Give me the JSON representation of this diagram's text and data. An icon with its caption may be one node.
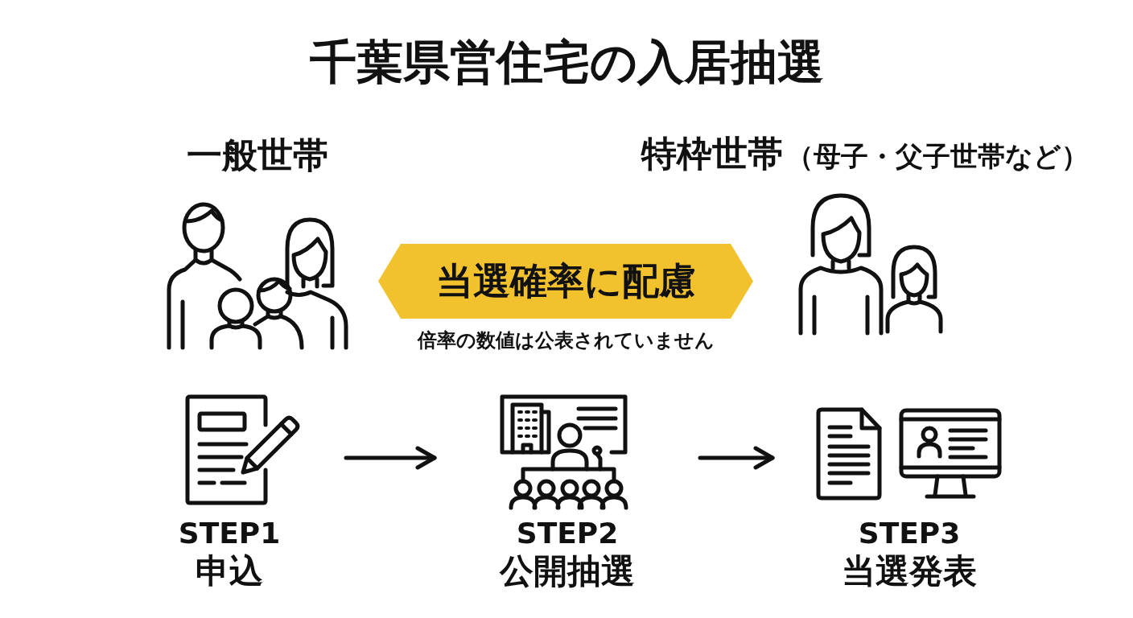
{
  "diagram": {
    "title": "千葉県営住宅の入居抽選",
    "nodes": [
      {
        "text": [
          "一般世帯"
        ]
      },
      {
        "text": [
          "当選確率に配慮"
        ],
        "beside": [
          "倍率の数値は公表されていません"
        ]
      },
      {
        "text": [
          "特枠世帯",
          "（母子・父子世帯など）"
        ]
      },
      {
        "text": [
          "STEP1",
          "申込"
        ]
      },
      {
        "text": [
          "STEP2",
          "公開抽選"
        ]
      },
      {
        "text": [
          "STEP3",
          "当選発表"
        ]
      }
    ],
    "edges": [
      {
        "from": 3,
        "to": 4,
        "arrow": "to"
      },
      {
        "from": 4,
        "to": 5,
        "arrow": "to"
      }
    ]
  }
}
